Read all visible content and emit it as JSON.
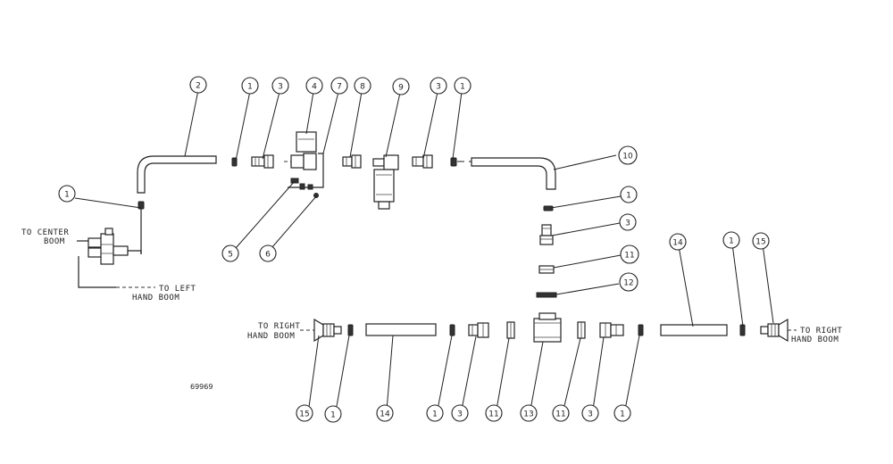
{
  "callouts": [
    {
      "id": "c1a",
      "text": "1"
    },
    {
      "id": "c2",
      "text": "2"
    },
    {
      "id": "c1b",
      "text": "1"
    },
    {
      "id": "c3a",
      "text": "3"
    },
    {
      "id": "c4",
      "text": "4"
    },
    {
      "id": "c7",
      "text": "7"
    },
    {
      "id": "c8",
      "text": "8"
    },
    {
      "id": "c9",
      "text": "9"
    },
    {
      "id": "c3b",
      "text": "3"
    },
    {
      "id": "c1c",
      "text": "1"
    },
    {
      "id": "c10",
      "text": "10"
    },
    {
      "id": "c5",
      "text": "5"
    },
    {
      "id": "c6",
      "text": "6"
    },
    {
      "id": "c1d",
      "text": "1"
    },
    {
      "id": "c3c",
      "text": "3"
    },
    {
      "id": "c11a",
      "text": "11"
    },
    {
      "id": "c12",
      "text": "12"
    },
    {
      "id": "c14a",
      "text": "14"
    },
    {
      "id": "c1e",
      "text": "1"
    },
    {
      "id": "c15a",
      "text": "15"
    },
    {
      "id": "c15b",
      "text": "15"
    },
    {
      "id": "c1f",
      "text": "1"
    },
    {
      "id": "c14b",
      "text": "14"
    },
    {
      "id": "c1g",
      "text": "1"
    },
    {
      "id": "c3d",
      "text": "3"
    },
    {
      "id": "c11b",
      "text": "11"
    },
    {
      "id": "c13",
      "text": "13"
    },
    {
      "id": "c11c",
      "text": "11"
    },
    {
      "id": "c3e",
      "text": "3"
    },
    {
      "id": "c1h",
      "text": "1"
    }
  ],
  "labels": {
    "to_center_boom_1": "TO CENTER",
    "to_center_boom_2": "BOOM",
    "to_left_hand_boom_1": "TO LEFT",
    "to_left_hand_boom_2": "HAND BOOM",
    "to_right_hand_boom_left_1": "TO RIGHT",
    "to_right_hand_boom_left_2": "HAND BOOM",
    "to_right_hand_boom_right_1": "TO RIGHT",
    "to_right_hand_boom_right_2": "HAND BOOM"
  },
  "figure_number": "69969"
}
